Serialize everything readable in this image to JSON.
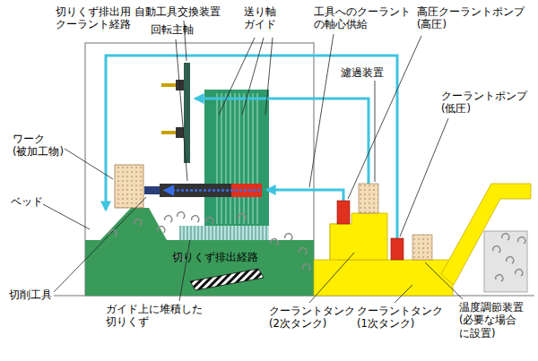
{
  "diagram": {
    "labels": [
      "切りくず排出用 クーラント経路",
      "自動工具交換装置",
      "回転主軸",
      "送り軸 ガイド",
      "工具へのクーラント の軸心供給",
      "高圧クーラントポンプ (高圧)",
      "濾過装置",
      "クーラントポンプ (低圧)",
      "ワーク (被加工物)",
      "ベッド",
      "切りくず排出経路",
      "切削工具",
      "ガイド上に堆積した 切りくず",
      "クーラントタンク (2次タンク)",
      "クーラントタンク (1次タンク)",
      "温度調節装置 (必要な場合 に設置)"
    ]
  }
}
